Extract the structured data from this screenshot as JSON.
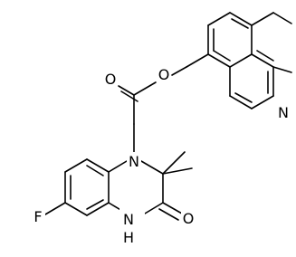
{
  "molecule": {
    "atoms": {
      "fluorine": "F",
      "amide_nitrogen": "N",
      "amide_nh_label": "NH",
      "amide_h": "H",
      "carbonyl_oxygen_lactam": "O",
      "carbonyl_oxygen_acyl": "O",
      "ether_oxygen": "O",
      "isoquinoline_nitrogen": "N"
    }
  }
}
